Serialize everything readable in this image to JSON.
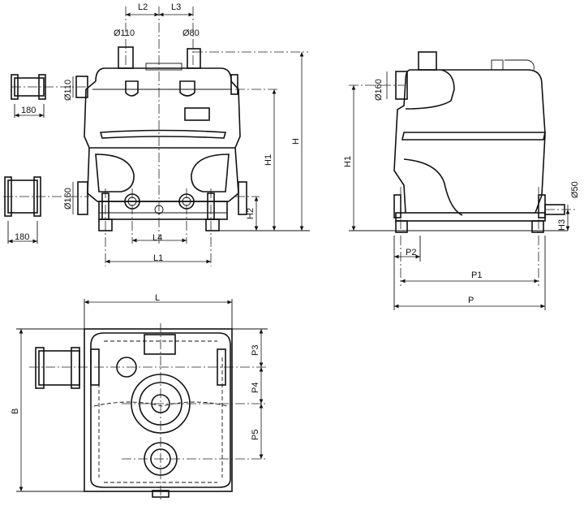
{
  "labels": {
    "L": "L",
    "L1": "L1",
    "L2": "L2",
    "L3": "L3",
    "L4": "L4",
    "H": "H",
    "H1": "H1",
    "H2": "H2",
    "H3": "H3",
    "P": "P",
    "P1": "P1",
    "P2": "P2",
    "P3": "P3",
    "P4": "P4",
    "P5": "P5",
    "B": "B",
    "d110_top": "Ø110",
    "d80_top": "Ø80",
    "d110_side": "Ø110",
    "d160_low": "Ø160",
    "d160_side": "Ø160",
    "d50_side": "Ø50",
    "len180_a": "180",
    "len180_b": "180"
  },
  "arrow_color": "#111111"
}
